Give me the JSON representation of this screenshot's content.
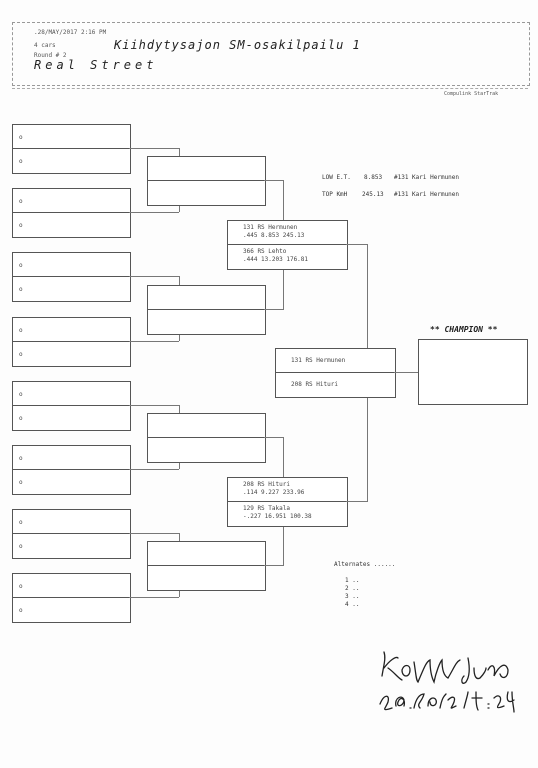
{
  "header": {
    "date_time": ".28/MAY/2017   2:16 PM",
    "cars": "4 cars",
    "round": "Round # 2",
    "title": "Kiihdytysajon SM-osakilpailu 1",
    "class": "Real  Street",
    "brand": "Compulink  StarTrak"
  },
  "stats": {
    "low_et_label": "LOW E.T.",
    "low_et_value": "8.853",
    "low_et_driver": "#131  Kari Hermunen",
    "top_kmh_label": "TOP KmH",
    "top_kmh_value": "245.13",
    "top_kmh_driver": "#131  Kari Hermunen"
  },
  "round1_slot_marker": "o",
  "semifinal_1": {
    "top": {
      "line1": "131        RS           Hermunen",
      "line2": " .445          8.853    245.13"
    },
    "bottom": {
      "line1": "366        RS             Lehto",
      "line2": " .444         13.203   176.81"
    }
  },
  "semifinal_2": {
    "top": {
      "line1": "208        RS             Hituri",
      "line2": " .114          9.227    233.96"
    },
    "bottom": {
      "line1": "129        RS             Takala",
      "line2": "-.227         16.951   100.38"
    }
  },
  "final": {
    "top": "131           RS             Hermunen",
    "bottom": "208           RS                Hituri"
  },
  "champion_label": "** CHAMPION **",
  "alternates": {
    "label": "Alternates ......",
    "items": [
      "1 ..",
      "2 ..",
      "3 ..",
      "4 .."
    ]
  },
  "signature": {
    "name": "Kopmu Juno",
    "date": "28.5.2017  14:24"
  }
}
